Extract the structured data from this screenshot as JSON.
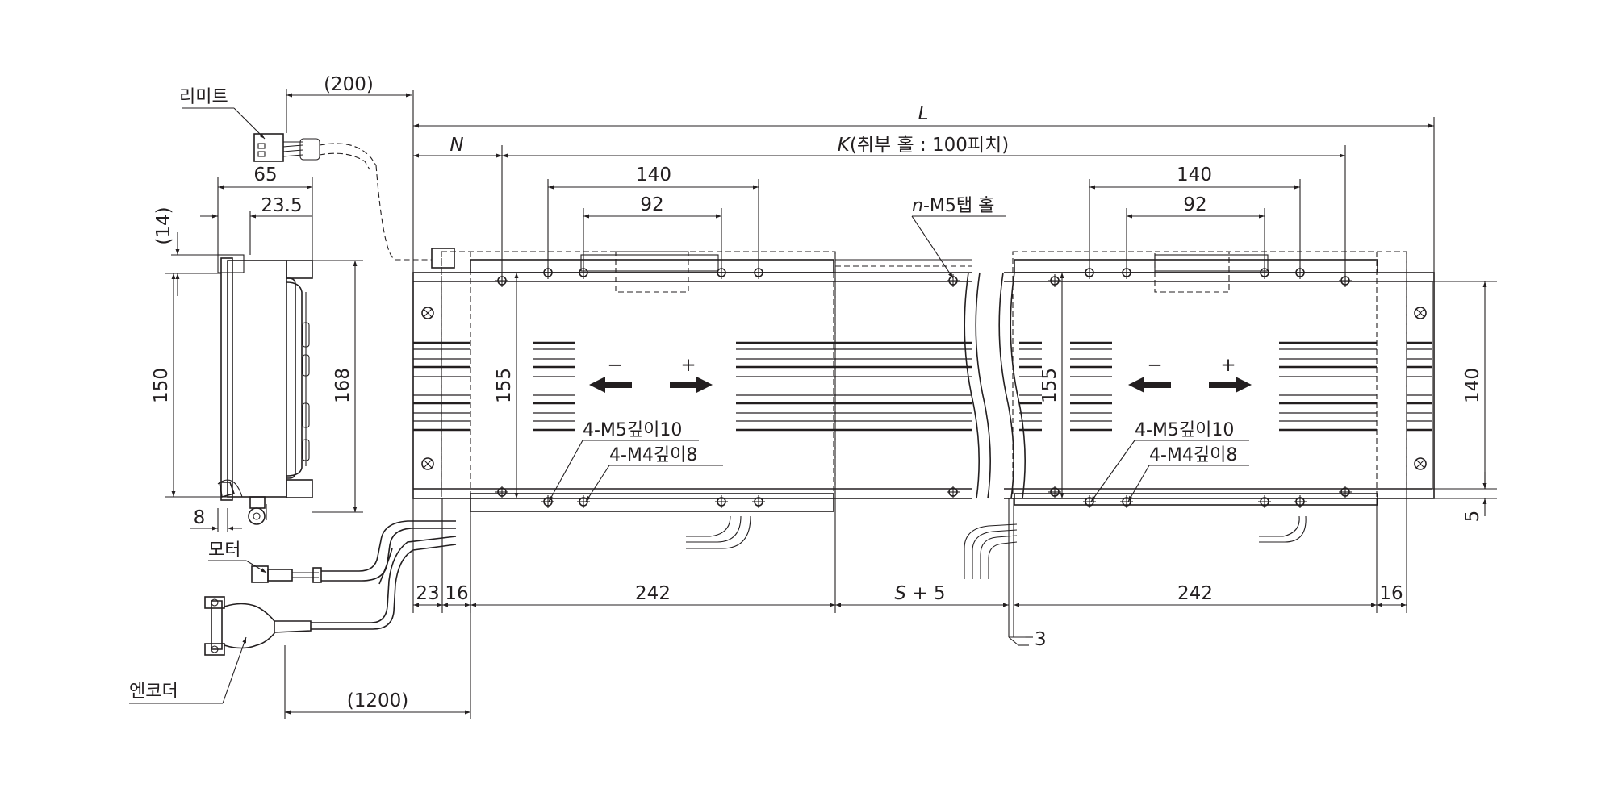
{
  "labels": {
    "limit": "리미트",
    "motor": "모터",
    "encoder": "엔코더",
    "minus": "−",
    "plus": "+",
    "tap_var": "n",
    "tap_rest": "-M5탭 홀",
    "k_var": "K",
    "k_rest": "(취부 홀 : 100피치)",
    "l_var": "L",
    "n_var": "N",
    "s_var": "S",
    "s_rest": " + 5",
    "m5_left": "4-M5깊이10",
    "m4_left": "4-M4깊이8",
    "m5_right": "4-M5깊이10",
    "m4_right": "4-M4깊이8"
  },
  "dimensions": {
    "cable_200": "(200)",
    "width_65": "65",
    "width_23_5": "23.5",
    "offset_14": "(14)",
    "height_150": "150",
    "height_168": "168",
    "offset_8": "8",
    "pitch_140_left": "140",
    "pitch_92_left": "92",
    "pitch_140_right": "140",
    "pitch_92_right": "92",
    "height_155_left": "155",
    "height_155_right": "155",
    "height_140": "140",
    "offset_5": "5",
    "end_23": "23",
    "end_16_left": "16",
    "table_242_left": "242",
    "table_242_right": "242",
    "end_16_right": "16",
    "gap_3": "3",
    "cable_1200": "(1200)"
  },
  "colors": {
    "line": "#231f20",
    "background": "#ffffff"
  },
  "icons": [
    "table-direction-arrow",
    "mounting-cross-hole",
    "tapped-hole"
  ]
}
